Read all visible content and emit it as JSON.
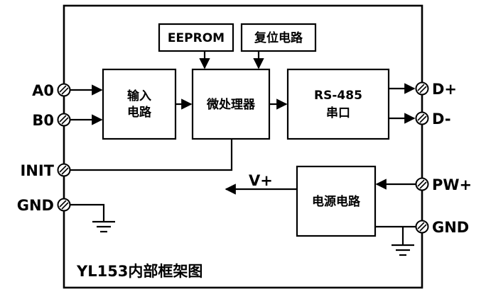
{
  "blocks": {
    "eeprom": "EEPROM",
    "reset": "复位电路",
    "input_line1": "输入",
    "input_line2": "电路",
    "mcu": "微处理器",
    "rs485_line1": "RS-485",
    "rs485_line2": "串口",
    "power": "电源电路"
  },
  "terminals": {
    "a0": "A0",
    "b0": "B0",
    "init": "INIT",
    "gnd_left": "GND",
    "d_plus": "D+",
    "d_minus": "D-",
    "pw_plus": "PW+",
    "gnd_right": "GND"
  },
  "vplus": "V+",
  "caption": "YL153内部框架图"
}
